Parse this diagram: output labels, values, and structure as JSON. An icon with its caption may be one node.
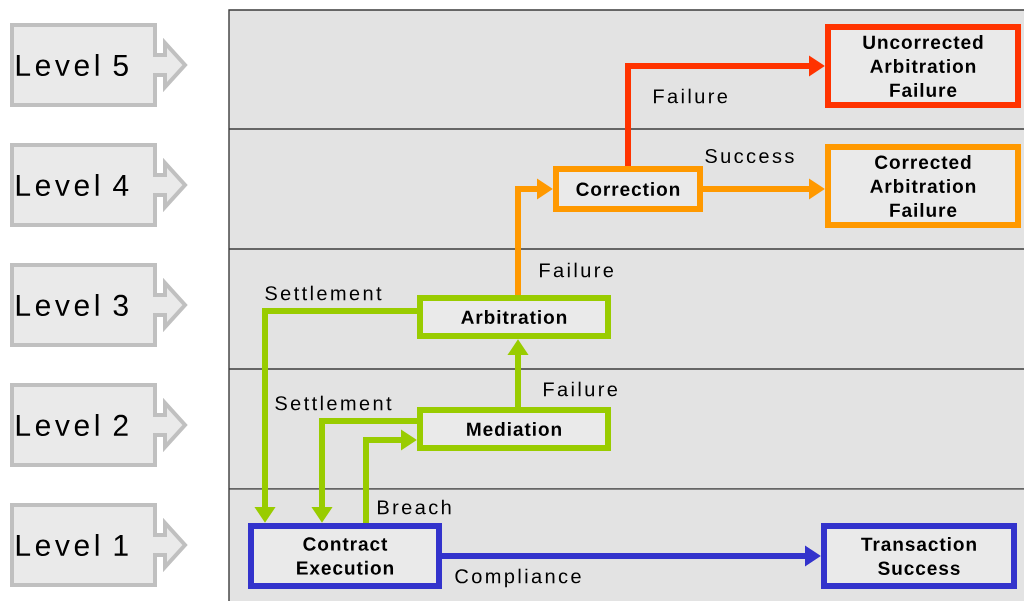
{
  "diagram": {
    "nodes": [
      {
        "text": [
          "Level 5"
        ]
      },
      {
        "text": [
          "Level 4"
        ]
      },
      {
        "text": [
          "Level 3"
        ]
      },
      {
        "text": [
          "Level 2"
        ]
      },
      {
        "text": [
          "Level 1"
        ]
      },
      {
        "text": [
          "Uncorrected Arbitration Failure"
        ]
      },
      {
        "text": [
          "Correction"
        ]
      },
      {
        "text": [
          "Corrected Arbitration Failure"
        ]
      },
      {
        "text": [
          "Arbitration"
        ]
      },
      {
        "text": [
          "Mediation"
        ]
      },
      {
        "text": [
          "Contract Execution"
        ]
      },
      {
        "text": [
          "Transaction Success"
        ]
      }
    ],
    "edges": [
      {
        "from": 6,
        "to": 5,
        "label": "Failure",
        "arrow": "to",
        "color": "#ff3300"
      },
      {
        "from": 6,
        "to": 7,
        "label": "Success",
        "arrow": "to",
        "color": "#ff9900"
      },
      {
        "from": 8,
        "to": 6,
        "label": "Failure",
        "arrow": "to",
        "color": "#ff9900"
      },
      {
        "from": 8,
        "to": 10,
        "label": "Settlement",
        "arrow": "to"
      },
      {
        "from": 9,
        "to": 8,
        "label": "Failure",
        "arrow": "to"
      },
      {
        "from": 9,
        "to": 10,
        "label": "Settlement",
        "arrow": "to"
      },
      {
        "from": 10,
        "to": 9,
        "label": "Breach",
        "arrow": "to"
      },
      {
        "from": 10,
        "to": 11,
        "label": "Compliance",
        "arrow": "to",
        "color": "#3333cc"
      }
    ]
  }
}
